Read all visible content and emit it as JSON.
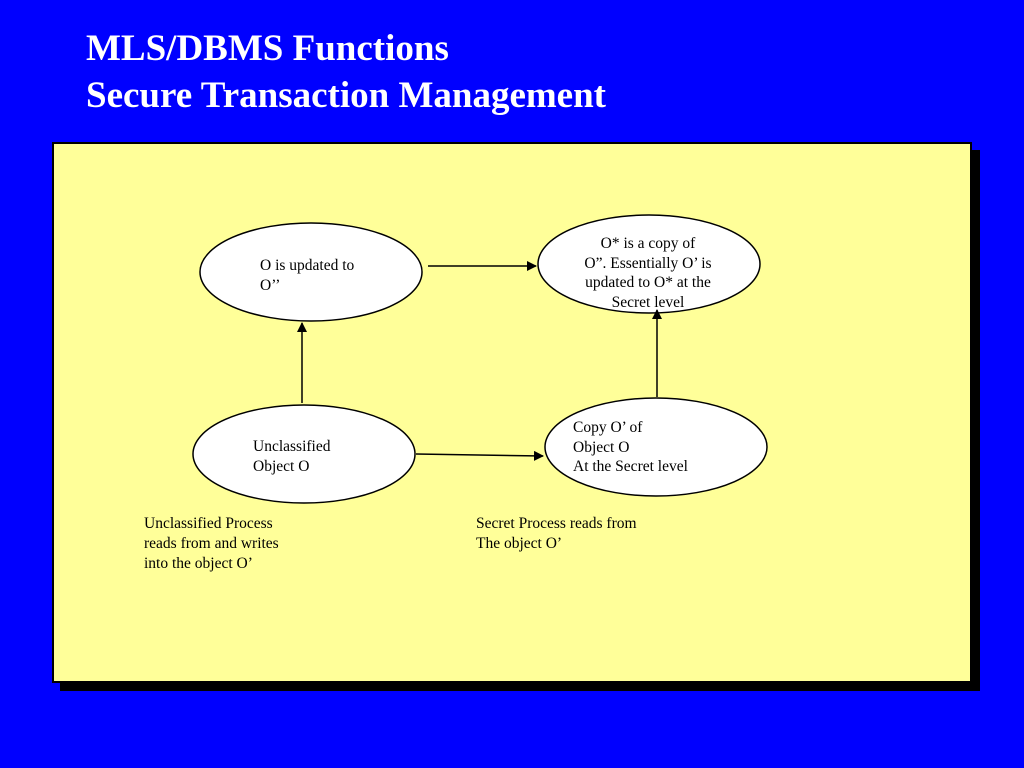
{
  "slide": {
    "title_line_1": "MLS/DBMS Functions",
    "title_line_2": "Secure Transaction Management",
    "background_color": "#0000FF",
    "panel_color": "#FFFF99",
    "title_color": "#FFFFFF"
  },
  "diagram": {
    "nodes": {
      "updated": {
        "text": "O is updated to\nO’’"
      },
      "copy_star": {
        "text": "O* is a copy of\nO”. Essentially O’ is\nupdated to O* at the\nSecret level"
      },
      "unclassified": {
        "text": "Unclassified\nObject O"
      },
      "copy_secret": {
        "text": "Copy O’ of\nObject O\nAt the Secret level"
      }
    },
    "edges": [
      {
        "from": "unclassified",
        "to": "updated"
      },
      {
        "from": "updated",
        "to": "copy_star"
      },
      {
        "from": "unclassified",
        "to": "copy_secret"
      },
      {
        "from": "copy_secret",
        "to": "copy_star"
      }
    ],
    "captions": {
      "left": "Unclassified  Process\nreads from and writes\ninto the object O’",
      "right": "Secret Process reads from\nThe object O’"
    }
  }
}
